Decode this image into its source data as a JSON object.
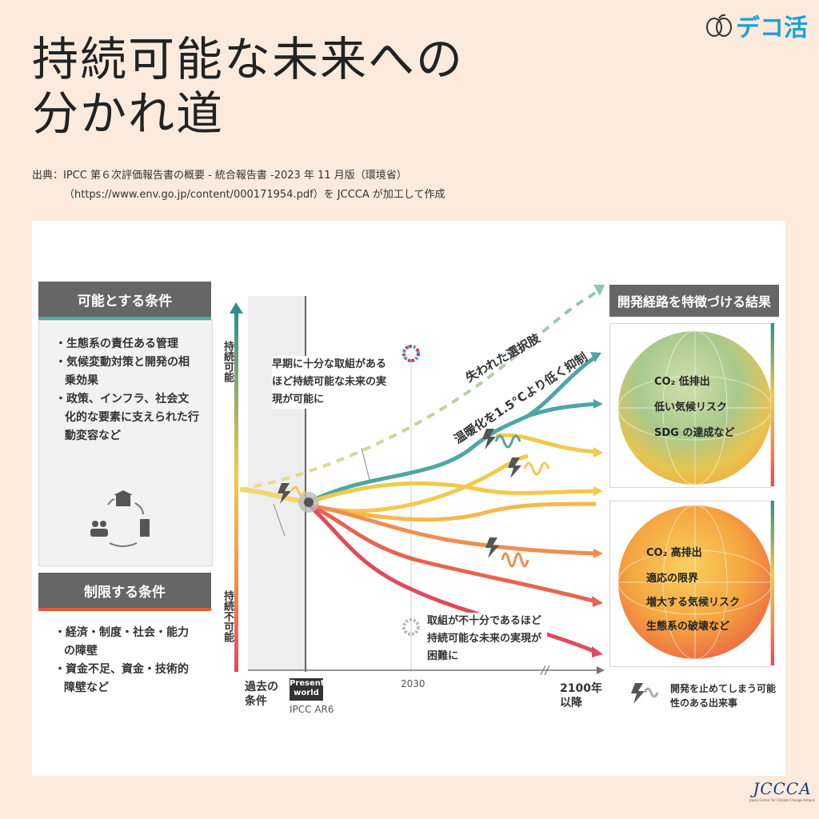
{
  "logo": {
    "text": "デコ活"
  },
  "title": {
    "line1": "持続可能な未来への",
    "line2": "分かれ道"
  },
  "source": {
    "line1": "出典：IPCC 第６次評価報告書の概要 - 統合報告書 -2023 年 11 月版（環境省）",
    "line2": "（https://www.env.go.jp/content/000171954.pdf）を JCCCA が加工して作成"
  },
  "enabling": {
    "header": "可能とする条件",
    "items": [
      "・生態系の責任ある管理",
      "・気候変動対策と開発の相乗効果",
      "・政策、インフラ、社会文化的な要素に支えられた行動変容など"
    ]
  },
  "constraining": {
    "header": "制限する条件",
    "items": [
      "・経済・制度・社会・能力の障壁",
      "・資金不足、資金・技術的障壁など"
    ]
  },
  "axis": {
    "top": "持続可能",
    "bottom": "持続不可能"
  },
  "notes": {
    "early": "早期に十分な取組があるほど持続可能な未来の実現が可能に",
    "late": "取組が不十分であるほど持続可能な未来の実現が困難に",
    "lost": "失われた選択肢",
    "limit": "温暖化を1.5°Cより低く抑制"
  },
  "xaxis": {
    "past": "過去の条件",
    "present": "Present world",
    "ipcc": "IPCC AR6",
    "year2030": "2030",
    "year2100": "2100年以降"
  },
  "results": {
    "header": "開発経路を特徴づける結果",
    "good": [
      "CO₂ 低排出",
      "低い気候リスク",
      "SDG の達成など"
    ],
    "bad": [
      "CO₂ 高排出",
      "適応の限界",
      "増大する気候リスク",
      "生態系の破壊など"
    ]
  },
  "legend": {
    "text": "開発を止めてしまう可能性のある出来事"
  },
  "footer_logo": {
    "text": "JCCCA",
    "sub": "Japan Center for Climate Change Actions"
  },
  "colors": {
    "teal": "#4fa6a0",
    "yellow": "#f2c94c",
    "orange": "#ef8e4e",
    "red": "#e04b5a",
    "header_gray": "#666666"
  }
}
